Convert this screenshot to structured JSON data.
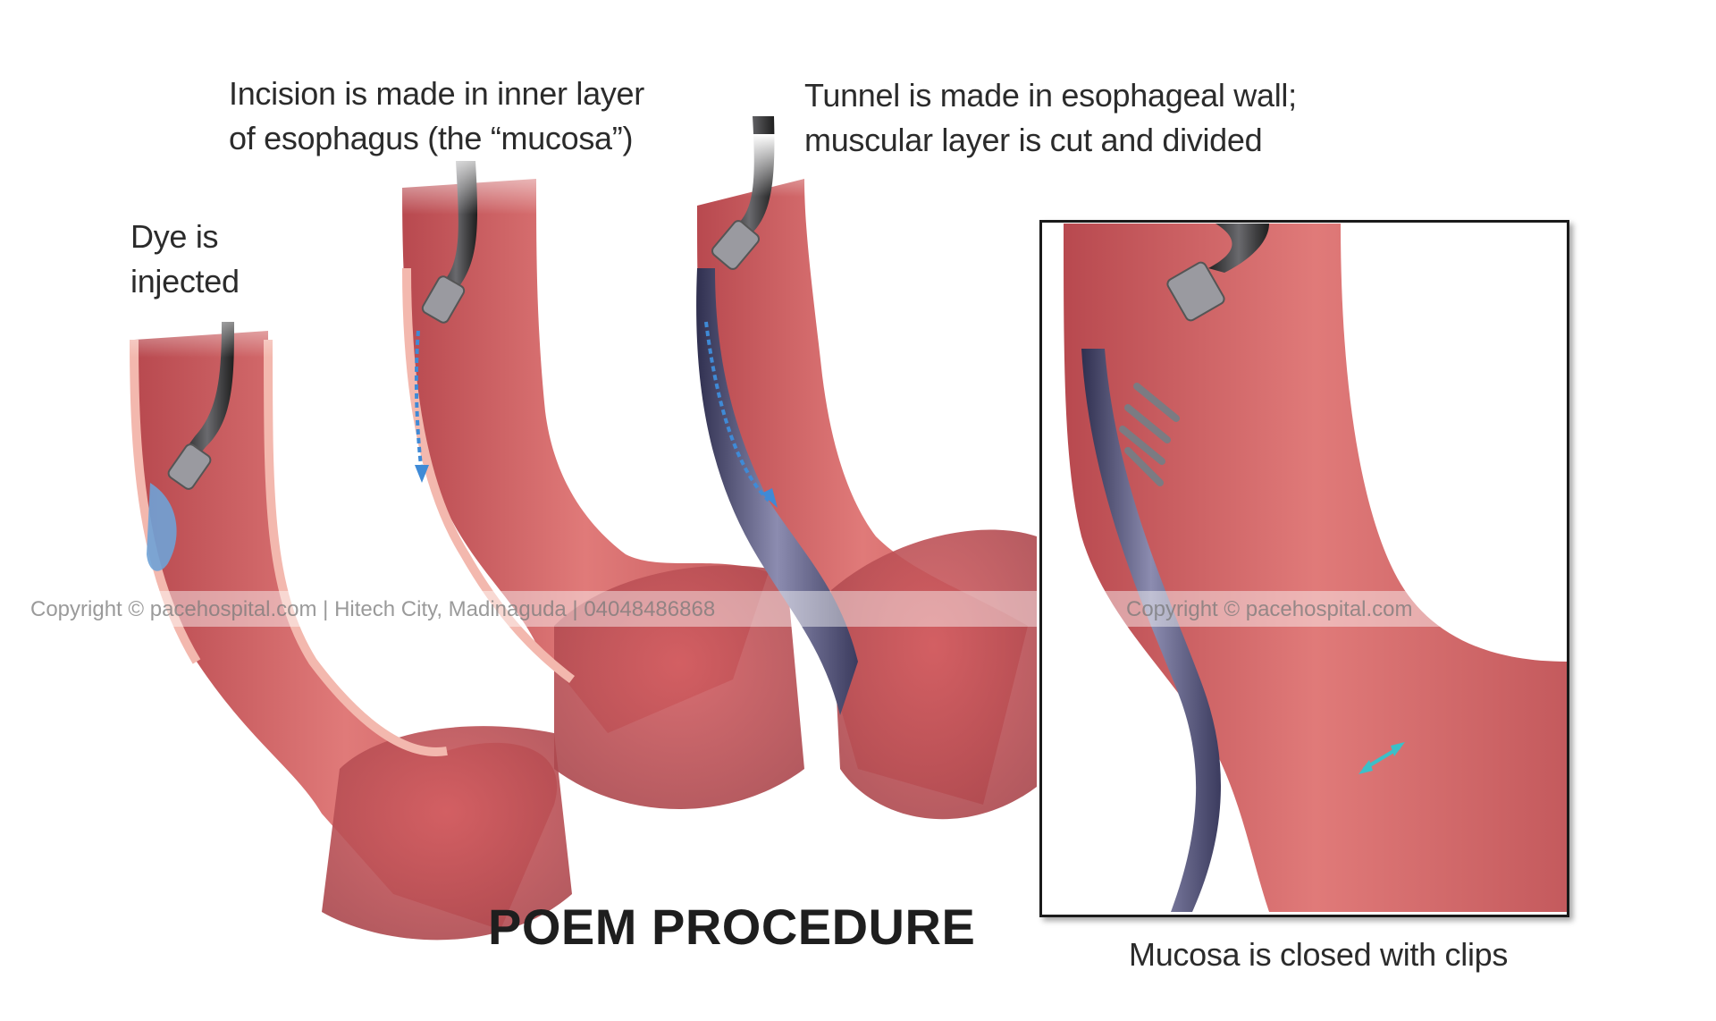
{
  "title": "POEM PROCEDURE",
  "steps": [
    {
      "lines": [
        "Dye is",
        "injected"
      ]
    },
    {
      "lines": [
        "Incision is made in inner layer",
        "of esophagus (the “mucosa”)"
      ]
    },
    {
      "lines": [
        "Tunnel is made in esophageal wall;",
        "muscular layer is cut and divided"
      ]
    },
    {
      "lines": [
        "Mucosa is closed with clips"
      ]
    }
  ],
  "watermark": {
    "left": "Copyright © pacehospital.com  |  Hitech City, Madinaguda  |  04048486868",
    "right": "Copyright © pacehospital.com"
  },
  "colors": {
    "tissue": "#d9696b",
    "tissue_dark": "#b84a4f",
    "mucosa_edge": "#f1b1a8",
    "endoscope": "#3a3a3c",
    "dye": "#6fa2d6",
    "tunnel": "#4a4a6e",
    "arrow": "#3f8ad6",
    "clip_arrow": "#3cc0c8"
  }
}
